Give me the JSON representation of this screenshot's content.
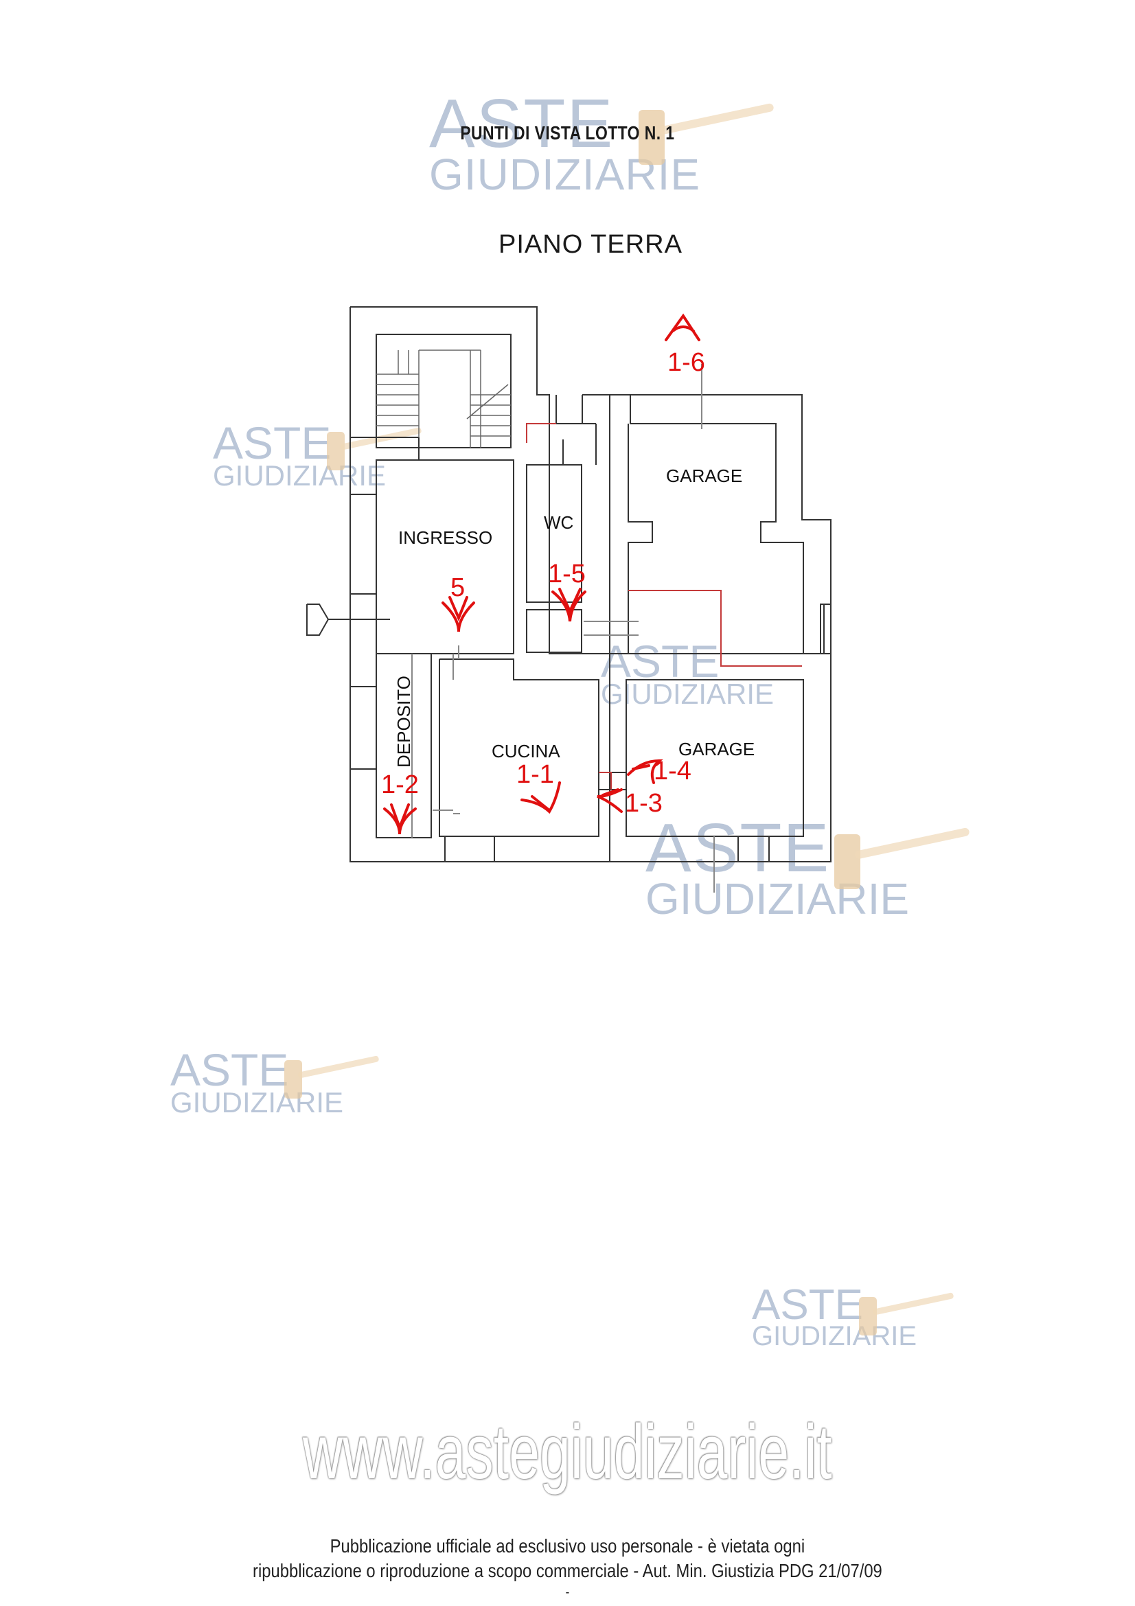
{
  "header": {
    "title": "PUNTI DI VISTA LOTTO N. 1",
    "floor": "PIANO TERRA"
  },
  "watermark": {
    "brand_top": "ASTE",
    "brand_bottom": "GIUDIZIARIE",
    "url": "www.astegiudiziarie.it",
    "icon": "gavel-icon"
  },
  "rooms": {
    "ingresso": "INGRESSO",
    "wc": "WC",
    "garage_top": "GARAGE",
    "garage_bottom": "GARAGE",
    "deposito": "DEPOSITO",
    "cucina": "CUCINA"
  },
  "viewpoints": {
    "v1_6": "1-6",
    "v5": "5",
    "v1_5": "1-5",
    "v1_2": "1-2",
    "v1_1": "1-1",
    "v1_4": "1-4",
    "v1_3": "1-3"
  },
  "colors": {
    "viewpoint": "#e01010",
    "watermark": "#a9b9cf",
    "plan_line": "#333333"
  },
  "footer": {
    "line1": "Pubblicazione ufficiale ad esclusivo uso personale - è vietata ogni",
    "line2": "ripubblicazione o riproduzione a scopo commerciale - Aut. Min. Giustizia PDG 21/07/09",
    "line3": "-"
  }
}
